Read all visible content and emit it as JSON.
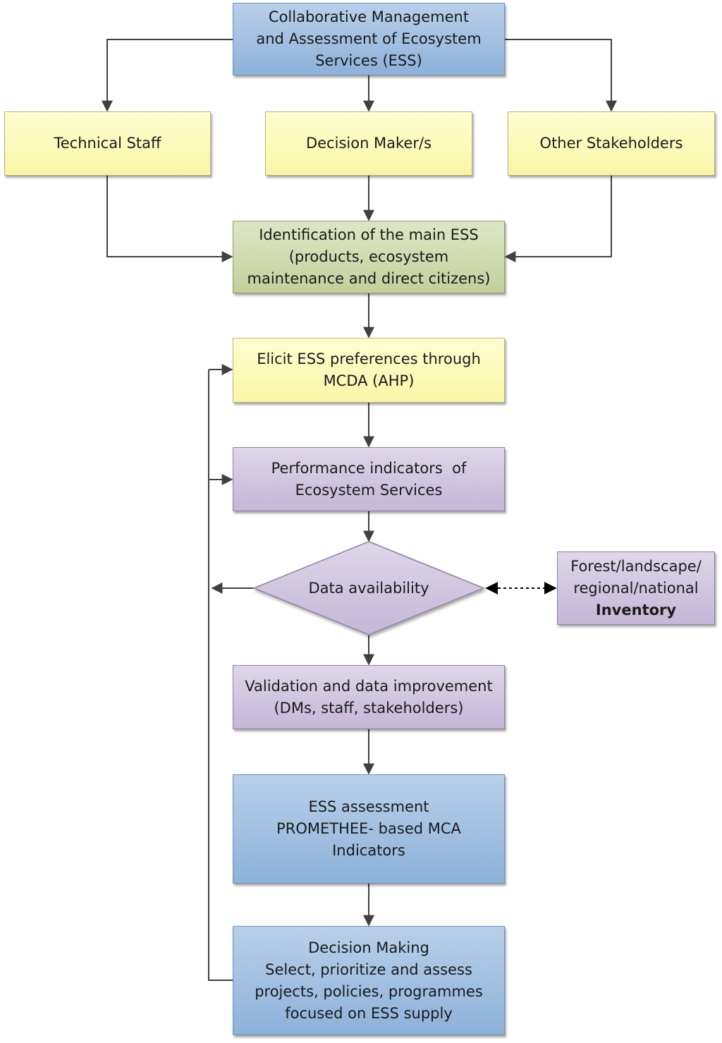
{
  "nodes": {
    "top": {
      "lines": [
        "Collaborative Management",
        "and Assessment of Ecosystem",
        "Services (ESS)"
      ],
      "color": "#a5c2e4"
    },
    "technical_staff": {
      "lines": [
        "Technical Staff"
      ],
      "color": "#fbf9b8"
    },
    "decision_makers": {
      "lines": [
        "Decision Maker/s"
      ],
      "color": "#fbf9b8"
    },
    "other_stakeholders": {
      "lines": [
        "Other Stakeholders"
      ],
      "color": "#fbf9b8"
    },
    "identification": {
      "lines": [
        "Identification of the main ESS",
        "(products, ecosystem",
        "maintenance and direct citizens)"
      ],
      "color": "#d1dbb0"
    },
    "elicit": {
      "lines": [
        "Elicit ESS preferences through",
        "MCDA (AHP)"
      ],
      "color": "#fbf9b8"
    },
    "performance": {
      "lines": [
        "Performance indicators  of",
        "Ecosystem Services"
      ],
      "color": "#d1c7e0"
    },
    "data_availability": {
      "lines": [
        "Data availability"
      ],
      "color": "#d1c7e0"
    },
    "inventory": {
      "lines": [
        "Forest/landscape/",
        "regional/national",
        "Inventory"
      ],
      "bold_line": "Inventory",
      "color": "#d1c7e0"
    },
    "validation": {
      "lines": [
        "Validation and data improvement",
        "(DMs, staff, stakeholders)"
      ],
      "color": "#d1c7e0"
    },
    "assessment": {
      "lines": [
        "ESS assessment",
        "PROMETHEE- based MCA",
        "Indicators"
      ],
      "color": "#a5c2e4"
    },
    "decision_making": {
      "lines": [
        "Decision Making",
        "Select, prioritize and assess",
        "projects, policies, programmes",
        "focused on ESS supply"
      ],
      "color": "#a5c2e4"
    }
  },
  "connectors": [
    {
      "from": "top",
      "to": "technical_staff",
      "style": "solid"
    },
    {
      "from": "top",
      "to": "decision_makers",
      "style": "solid"
    },
    {
      "from": "top",
      "to": "other_stakeholders",
      "style": "solid"
    },
    {
      "from": "technical_staff",
      "to": "identification",
      "style": "solid"
    },
    {
      "from": "decision_makers",
      "to": "identification",
      "style": "solid"
    },
    {
      "from": "other_stakeholders",
      "to": "identification",
      "style": "solid"
    },
    {
      "from": "identification",
      "to": "elicit",
      "style": "solid"
    },
    {
      "from": "elicit",
      "to": "performance",
      "style": "solid"
    },
    {
      "from": "performance",
      "to": "data_availability",
      "style": "solid"
    },
    {
      "from": "data_availability",
      "to": "validation",
      "style": "solid"
    },
    {
      "from": "data_availability",
      "to": "inventory",
      "style": "dashed",
      "bidirectional": true
    },
    {
      "from": "data_availability",
      "to": "feedback",
      "style": "solid"
    },
    {
      "from": "validation",
      "to": "assessment",
      "style": "solid"
    },
    {
      "from": "assessment",
      "to": "decision_making",
      "style": "solid"
    },
    {
      "from": "decision_making",
      "to": "elicit",
      "style": "solid",
      "via": "feedback"
    },
    {
      "from": "decision_making",
      "to": "performance",
      "style": "solid",
      "via": "feedback"
    }
  ]
}
